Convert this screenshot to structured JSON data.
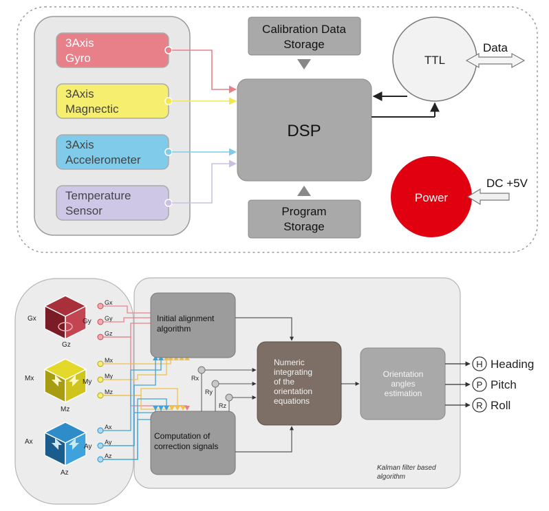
{
  "top": {
    "sensors": [
      {
        "line1": "3Axis",
        "line2": "Gyro"
      },
      {
        "line1": "3Axis",
        "line2": "Magnectic"
      },
      {
        "line1": "3Axis",
        "line2": "Accelerometer"
      },
      {
        "line1": "Temperature",
        "line2": "Sensor"
      }
    ],
    "calibration": {
      "line1": "Calibration Data",
      "line2": "Storage"
    },
    "program": {
      "line1": "Program",
      "line2": "Storage"
    },
    "dsp": "DSP",
    "ttl": "TTL",
    "data_label": "Data",
    "power": "Power",
    "dc_label": "DC +5V"
  },
  "bottom": {
    "gyro_labels": {
      "x": "Gx",
      "y": "Gy",
      "z": "Gz"
    },
    "mag_labels": {
      "x": "Mx",
      "y": "My",
      "z": "Mz"
    },
    "acc_labels": {
      "x": "Ax",
      "y": "Ay",
      "z": "Az"
    },
    "signals": [
      "Gx",
      "Gy",
      "Gz",
      "Mx",
      "My",
      "Mz",
      "Ax",
      "Ay",
      "Az"
    ],
    "r_labels": [
      "Rx",
      "Ry",
      "Rz"
    ],
    "initial_alignment": {
      "line1": "Initial alignment",
      "line2": "algorithm"
    },
    "computation": {
      "line1": "Computation of",
      "line2": "correction signals"
    },
    "numeric": [
      "Numeric",
      "integrating",
      "of the",
      "orientation",
      "equations"
    ],
    "orientation": [
      "Orientation",
      "angles",
      "estimation"
    ],
    "outputs": [
      {
        "letter": "H",
        "label": "Heading"
      },
      {
        "letter": "P",
        "label": "Pitch"
      },
      {
        "letter": "R",
        "label": "Roll"
      }
    ],
    "kalman": {
      "line1": "Kalman filter based",
      "line2": "algorithm"
    }
  },
  "colors": {
    "gyro": "#e8808a",
    "magnetic": "#f5ee6e",
    "accelerometer": "#7fcbe9",
    "temperature": "#cfc7e6",
    "power": "#e0000f",
    "numeric_box": "#7e6f66"
  }
}
